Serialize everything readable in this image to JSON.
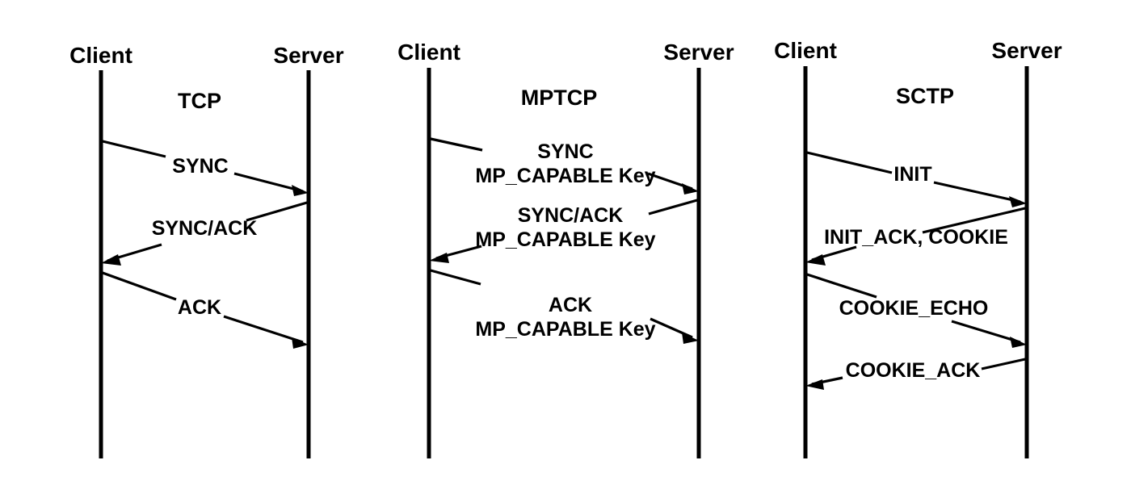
{
  "figure": {
    "background": "#ffffff",
    "line_color": "#000000",
    "type": "sequence-diagram-comparison"
  },
  "panels": [
    {
      "id": "tcp",
      "title": "TCP",
      "client_label": "Client",
      "server_label": "Server",
      "messages": [
        {
          "id": "tcp-msg-1",
          "lines": [
            "SYNC"
          ],
          "direction": "client-to-server"
        },
        {
          "id": "tcp-msg-2",
          "lines": [
            "SYNC/ACK"
          ],
          "direction": "server-to-client"
        },
        {
          "id": "tcp-msg-3",
          "lines": [
            "ACK"
          ],
          "direction": "client-to-server"
        }
      ]
    },
    {
      "id": "mptcp",
      "title": "MPTCP",
      "client_label": "Client",
      "server_label": "Server",
      "messages": [
        {
          "id": "mptcp-msg-1",
          "lines": [
            "SYNC",
            "MP_CAPABLE Key"
          ],
          "direction": "client-to-server"
        },
        {
          "id": "mptcp-msg-2",
          "lines": [
            "SYNC/ACK",
            "MP_CAPABLE Key"
          ],
          "direction": "server-to-client"
        },
        {
          "id": "mptcp-msg-3",
          "lines": [
            "ACK",
            "MP_CAPABLE Key"
          ],
          "direction": "client-to-server"
        }
      ]
    },
    {
      "id": "sctp",
      "title": "SCTP",
      "client_label": "Client",
      "server_label": "Server",
      "messages": [
        {
          "id": "sctp-msg-1",
          "lines": [
            "INIT"
          ],
          "direction": "client-to-server"
        },
        {
          "id": "sctp-msg-2",
          "lines": [
            "INIT_ACK, COOKIE"
          ],
          "direction": "server-to-client"
        },
        {
          "id": "sctp-msg-3",
          "lines": [
            "COOKIE_ECHO"
          ],
          "direction": "client-to-server"
        },
        {
          "id": "sctp-msg-4",
          "lines": [
            "COOKIE_ACK"
          ],
          "direction": "server-to-client"
        }
      ]
    }
  ]
}
